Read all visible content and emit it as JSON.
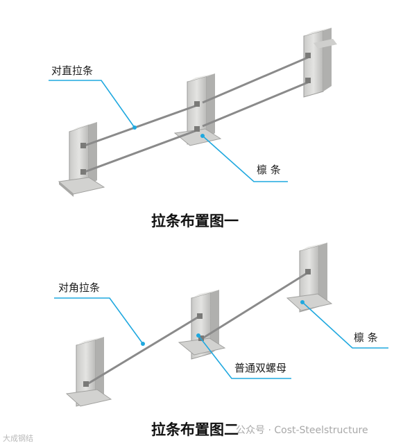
{
  "diagram1": {
    "caption": "拉条布置图一",
    "label_straight_brace": "对直拉条",
    "label_purlin": "檩  条"
  },
  "diagram2": {
    "caption": "拉条布置图二",
    "label_diagonal_brace": "对角拉条",
    "label_purlin": "檩  条",
    "label_double_nut": "普通双螺母"
  },
  "watermark": {
    "left_text": "大成钢结",
    "right_text": "公众号 · Cost-Steelstructure"
  },
  "colors": {
    "leader_line": "#1fa8df",
    "steel_light": "#d8d8d6",
    "steel_dark": "#9a9a98",
    "rod": "#8c8c8c"
  }
}
